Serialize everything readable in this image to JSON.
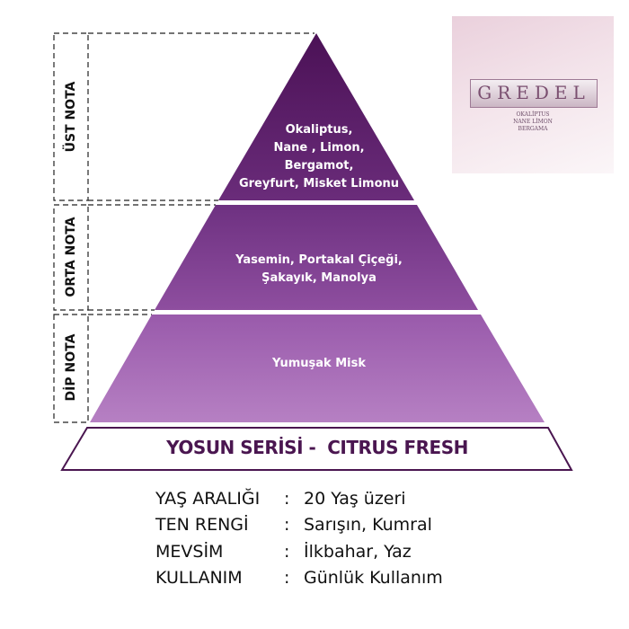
{
  "colors": {
    "top": "#571a63",
    "middle": "#7a3a8c",
    "bottom": "#a468b4",
    "banner_text": "#4a1650",
    "banner_border": "#4a1650"
  },
  "levels": [
    {
      "label": "ÜST NOTA",
      "notes": [
        "Okaliptus,",
        "Nane , Limon,",
        "Bergamot,",
        "Greyfurt, Misket Limonu"
      ]
    },
    {
      "label": "ORTA NOTA",
      "notes": [
        "Yasemin, Portakal Çiçeği,",
        "Şakayık, Manolya"
      ]
    },
    {
      "label": "DİP NOTA",
      "notes": [
        "Yumuşak Misk"
      ]
    }
  ],
  "banner": {
    "title": "YOSUN SERİSİ -  CITRUS FRESH"
  },
  "logo": {
    "name": "GREDEL",
    "sub": [
      "OKALİPTUS",
      "NANE LİMON",
      "BERGAMA"
    ]
  },
  "info": [
    {
      "key": "YAŞ ARALIĞI",
      "value": "20 Yaş üzeri"
    },
    {
      "key": "TEN RENGİ",
      "value": "Sarışın, Kumral"
    },
    {
      "key": "MEVSİM",
      "value": "İlkbahar, Yaz"
    },
    {
      "key": "KULLANIM",
      "value": "Günlük Kullanım"
    }
  ]
}
